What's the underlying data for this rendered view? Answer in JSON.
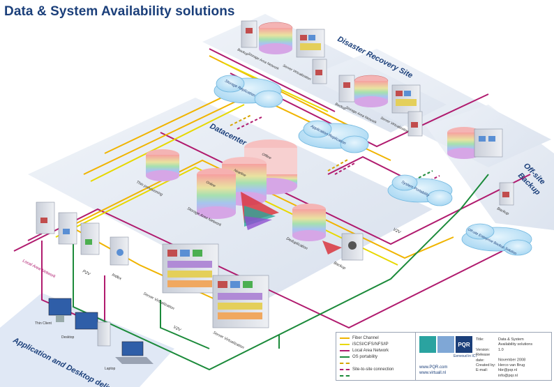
{
  "title": "Data & System Availability solutions",
  "zones": {
    "datacenter": "Datacenter",
    "disaster_recovery": "Disaster Recovery Site",
    "offsite_backup_line1": "Off-site",
    "offsite_backup_line2": "Backup",
    "app_desktop": "Application and Desktop delivery"
  },
  "labels": {
    "lan": "Local Area Network",
    "thin_provisioning": "Thin provisioning",
    "san_dc": "Storage Area Network",
    "deduplication": "Deduplication",
    "backup_dc": "Backup",
    "online": "Online",
    "nearline": "Nearline",
    "offline": "Offline",
    "server_virt_1": "Server Virtualization",
    "server_virt_2": "Server Virtualization",
    "p2v": "P2V",
    "v2v_1": "V2V",
    "v2v_2": "V2V",
    "index": "Index",
    "thin_client": "Thin Client",
    "desktop": "Desktop",
    "laptop": "Laptop",
    "storage_replication": "Storage Replication",
    "application_replication": "Application Replication",
    "system_portability": "System Portability",
    "offsite_enterprise_backup": "Off-site Enterprise Backup Solution",
    "backup_offsite": "Backup",
    "dr1_backup": "Backup",
    "dr1_san": "Storage Area Network",
    "dr1_server_virt": "Server Virtualization",
    "dr2_backup": "Backup",
    "dr2_san": "Storage Area Network",
    "dr2_server_virt": "Server Virtualization"
  },
  "legend": {
    "items": [
      {
        "label": "Fiber Channel",
        "color": "#f0b400",
        "style": "solid"
      },
      {
        "label": "iSCSI/CIFS/NFS/IP",
        "color": "#e8d800",
        "style": "solid"
      },
      {
        "label": "Local Area Network",
        "color": "#b01a6e",
        "style": "solid"
      },
      {
        "label": "OS portability",
        "color": "#1b8a3a",
        "style": "solid"
      },
      {
        "label": "",
        "color": "#d6a400",
        "style": "dash"
      },
      {
        "label": "Site-to-site connection",
        "color": "#b01a6e",
        "style": "dash3"
      },
      {
        "label": "",
        "color": "#1b8a3a",
        "style": "dash2"
      }
    ]
  },
  "info": {
    "logo_text": "PQR",
    "tagline": "Eenvoud in ICT",
    "url1": "www.PQR.com",
    "url2": "www.virtuall.nl",
    "rows": [
      {
        "k": "Title:",
        "v": "Data & System"
      },
      {
        "k": "",
        "v": "Availability solutions"
      },
      {
        "k": "Version:",
        "v": "1.0"
      },
      {
        "k": "Release date:",
        "v": "November 2008"
      },
      {
        "k": "Created by:",
        "v": "Herco van Brug"
      },
      {
        "k": "E-mail:",
        "v": "hbr@pqr.nl"
      },
      {
        "k": "",
        "v": "info@pqr.nl"
      }
    ]
  },
  "colors": {
    "fiber": "#f0b400",
    "iscsi": "#e8d800",
    "lan": "#b01a6e",
    "os": "#1b8a3a",
    "title": "#1b3f7a",
    "platform": "#dfe6f2",
    "cloud": "#bfe2f7"
  }
}
